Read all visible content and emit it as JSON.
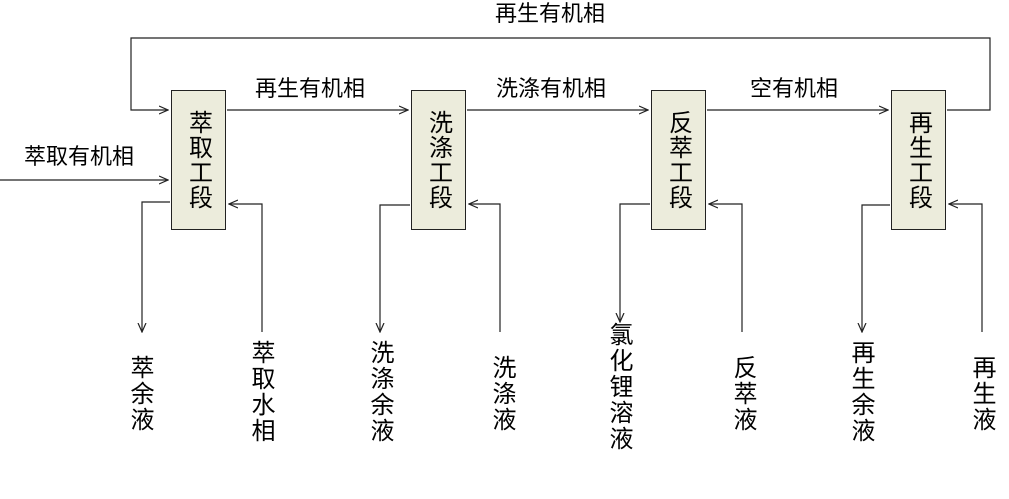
{
  "top_loop_label": "再生有机相",
  "feed_label": "萃取有机相",
  "stages": [
    {
      "name": "萃取工段"
    },
    {
      "name": "洗涤工段"
    },
    {
      "name": "反萃工段"
    },
    {
      "name": "再生工段"
    }
  ],
  "connections": [
    {
      "label": "再生有机相"
    },
    {
      "label": "洗涤有机相"
    },
    {
      "label": "空有机相"
    }
  ],
  "streams": [
    {
      "label": "萃余液"
    },
    {
      "label": "萃取水相"
    },
    {
      "label": "洗涤余液"
    },
    {
      "label": "洗涤液"
    },
    {
      "label": "氯化锂溶液"
    },
    {
      "label": "反萃液"
    },
    {
      "label": "再生余液"
    },
    {
      "label": "再生液"
    }
  ]
}
